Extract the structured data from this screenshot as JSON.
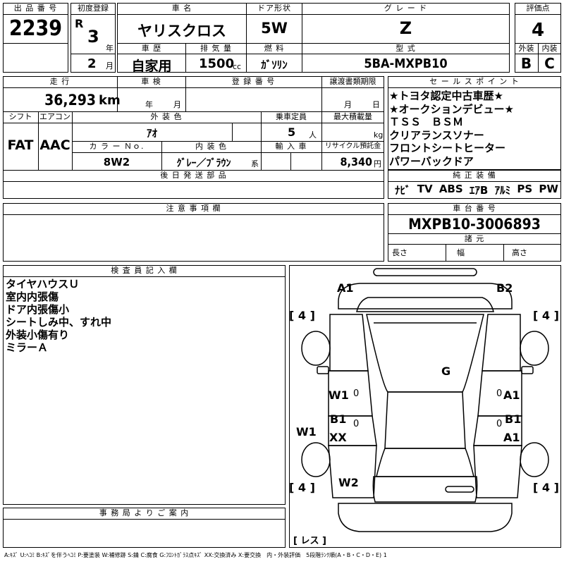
{
  "header": {
    "lot_label": "出 品 番 号",
    "lot_value": "2239",
    "first_reg_label": "初度登録",
    "era": "R",
    "year_value": "3",
    "year_unit": "年",
    "month_value": "2",
    "month_unit": "月",
    "car_name_label": "車 名",
    "car_name_value": "ヤリスクロス",
    "door_label": "ドア形状",
    "door_value": "5W",
    "grade_label": "グ レ ー ド",
    "grade_value": "Z",
    "score_label": "評価点",
    "score_value": "4",
    "history_label": "車 歴",
    "history_value": "自家用",
    "displacement_label": "排 気 量",
    "displacement_value": "1500",
    "displacement_unit": "cc",
    "fuel_label": "燃 料",
    "fuel_value": "ｶﾞｿﾘﾝ",
    "model_label": "型 式",
    "model_value": "5BA-MXPB10",
    "exterior_label": "外装",
    "exterior_value": "B",
    "interior_label": "内装",
    "interior_value": "C"
  },
  "specs": {
    "mileage_label": "走 行",
    "mileage_value": "36,293",
    "mileage_unit": "km",
    "inspection_label": "車 検",
    "inspection_year_unit": "年",
    "inspection_month_unit": "月",
    "registration_label": "登 録 番 号",
    "transfer_label": "譲渡書類期限",
    "transfer_month_unit": "月",
    "transfer_day_unit": "日",
    "shift_label": "シフト",
    "shift_value": "FAT",
    "ac_label": "エアコン",
    "ac_value": "AAC",
    "ext_color_label": "外 装 色",
    "ext_color_value": "ｱｵ",
    "capacity_label": "乗車定員",
    "capacity_value": "5",
    "capacity_unit": "人",
    "load_label": "最大積載量",
    "load_unit": "kg",
    "color_no_label": "カ ラ ー Ｎｏ.",
    "color_no_value": "8W2",
    "int_color_label": "内 装 色",
    "int_color_value": "ｸﾞﾚｰ／ﾌﾞﾗｳﾝ",
    "int_color_suffix": "系",
    "import_label": "輸 入 車",
    "recycle_label": "リサイクル預託金",
    "recycle_value": "8,340",
    "recycle_unit": "円",
    "later_parts_label": "後 日 発 送 部 品"
  },
  "sales_points": {
    "label": "セ ー ル ス ポ イ ン ト",
    "items": [
      "★トヨタ認定中古車歴★",
      "★オークションデビュー★",
      "ＴＳＳ　ＢＳＭ",
      "クリアランスソナー",
      "フロントシートヒーター",
      "パワーバックドア"
    ]
  },
  "equipment": {
    "label": "純 正 装 備",
    "items": [
      "ﾅﾋﾞ",
      "TV",
      "ABS",
      "ｴｱB",
      "ｱﾙﾐ",
      "PS",
      "PW"
    ]
  },
  "notes": {
    "label": "注 意 事 項 欄"
  },
  "chassis": {
    "label": "車 台 番 号",
    "value": "MXPB10-3006893",
    "dims_label": "諸 元",
    "length_label": "長さ",
    "width_label": "幅",
    "height_label": "高さ"
  },
  "inspector": {
    "label": "検 査 員 記 入 欄",
    "lines": [
      "タイヤハウスＵ",
      "室内内張傷",
      "ドア内張傷小",
      "シートしみ中、すれ中",
      "外装小傷有り",
      "ミラーＡ"
    ]
  },
  "office": {
    "label": "事 務 局 よ り ご 案 内"
  },
  "diagram": {
    "damage": [
      {
        "id": "A1-front-left",
        "text": "A1"
      },
      {
        "id": "B2-front-right",
        "text": "B2"
      },
      {
        "id": "G-windshield",
        "text": "G"
      },
      {
        "id": "W1-left-door",
        "text": "W1"
      },
      {
        "id": "A1-right-door",
        "text": "A1"
      },
      {
        "id": "B1-left-rear-door",
        "text": "B1"
      },
      {
        "id": "B1-right-rear-door",
        "text": "B1"
      },
      {
        "id": "XX-left-rear",
        "text": "XX"
      },
      {
        "id": "A1-right-rear",
        "text": "A1"
      },
      {
        "id": "W1-left-quarter",
        "text": "W1"
      },
      {
        "id": "W2-rear",
        "text": "W2"
      }
    ],
    "door_marks": [
      "0",
      "0",
      "0",
      "0"
    ],
    "tires": {
      "front_left": "4",
      "front_right": "4",
      "rear_left": "4",
      "rear_right": "4"
    },
    "spare_label": "レス"
  },
  "legend": "A:ｷｽﾞ U:ﾍｺﾐ B:ｷｽﾞを伴うﾍｺﾐ P:要塗装 W:補修跡 S:錆 C:腐食 G:ﾌﾛﾝﾄｶﾞﾗｽ点ｷｽﾞ XX:交換済み X:要交換　内・外装評価　5段階ﾗﾝｸ順(A・B・C・D・E) 1"
}
